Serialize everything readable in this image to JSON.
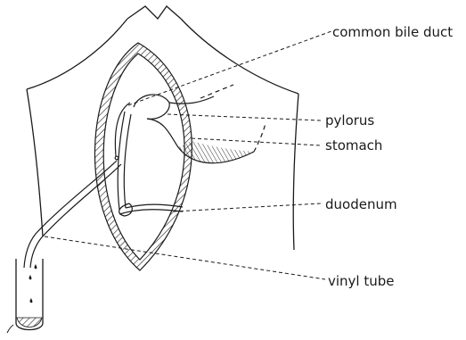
{
  "diagram": {
    "labels": {
      "common_bile_duct": "common bile duct",
      "pylorus": "pylorus",
      "stomach": "stomach",
      "duodenum": "duodenum",
      "vinyl_tube": "vinyl tube"
    }
  },
  "colors": {
    "ink": "#1a1a1a",
    "background": "#ffffff"
  }
}
